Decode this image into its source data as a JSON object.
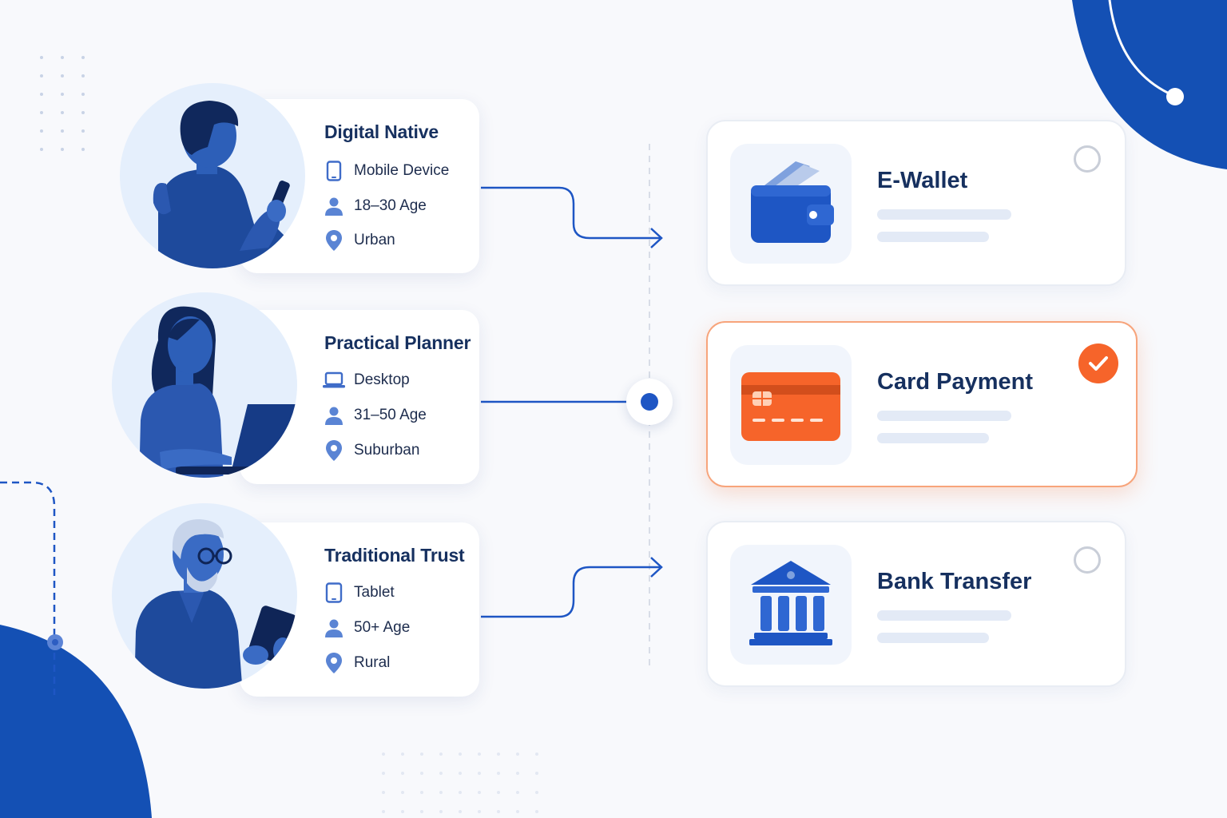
{
  "personas": [
    {
      "title": "Digital Native",
      "attrs": [
        {
          "icon": "smartphone-icon",
          "label": "Mobile Device"
        },
        {
          "icon": "person-icon",
          "label": "18–30 Age"
        },
        {
          "icon": "location-pin-icon",
          "label": "Urban"
        }
      ]
    },
    {
      "title": "Practical Planner",
      "attrs": [
        {
          "icon": "laptop-icon",
          "label": "Desktop"
        },
        {
          "icon": "person-icon",
          "label": "31–50 Age"
        },
        {
          "icon": "location-pin-icon",
          "label": "Suburban"
        }
      ]
    },
    {
      "title": "Traditional Trust",
      "attrs": [
        {
          "icon": "tablet-icon",
          "label": "Tablet"
        },
        {
          "icon": "person-icon",
          "label": "50+ Age"
        },
        {
          "icon": "location-pin-icon",
          "label": "Rural"
        }
      ]
    }
  ],
  "methods": [
    {
      "title": "E-Wallet",
      "icon": "wallet-icon",
      "selected": false
    },
    {
      "title": "Card Payment",
      "icon": "credit-card-icon",
      "selected": true
    },
    {
      "title": "Bank Transfer",
      "icon": "bank-icon",
      "selected": false
    }
  ],
  "colors": {
    "primary": "#1e56c4",
    "navy": "#16305f",
    "accent": "#f6642a",
    "avatar_bg": "#e5effc"
  }
}
